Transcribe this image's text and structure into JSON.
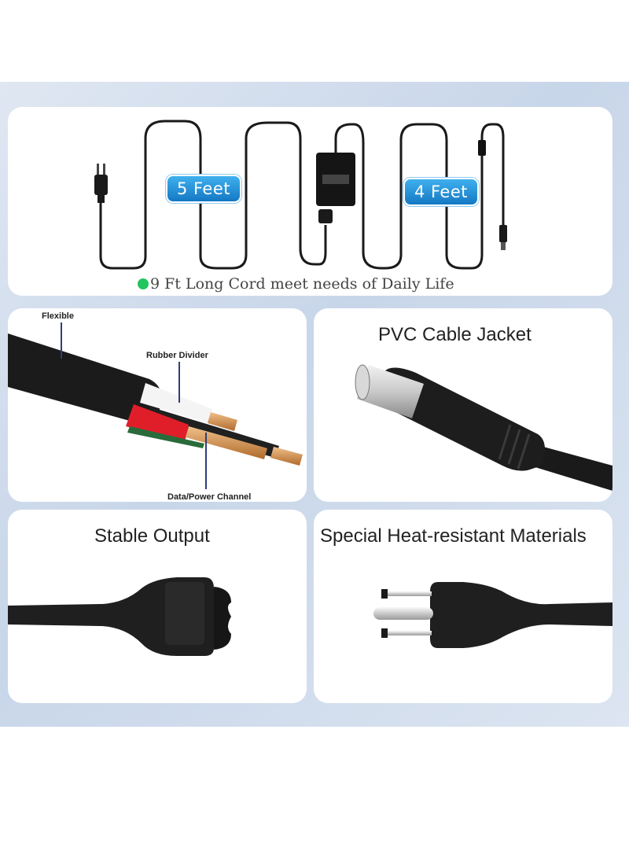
{
  "cord_panel": {
    "length_label_1": "5 Feet",
    "length_label_2": "4 Feet",
    "caption": "9 Ft Long Cord meet needs of Daily Life",
    "caption_dot_color": "#22c55e"
  },
  "cable_panel": {
    "label_flexible": "Flexible",
    "label_divider": "Rubber Divider",
    "label_channel": "Data/Power Channel"
  },
  "jacket_panel": {
    "title": "PVC Cable Jacket"
  },
  "output_panel": {
    "title": "Stable Output"
  },
  "heat_panel": {
    "title": "Special Heat-resistant Materials"
  },
  "colors": {
    "pill_blue": "#1e88d8",
    "background_blue": "#c8d6e9",
    "cable_black": "#1a1a1a"
  }
}
